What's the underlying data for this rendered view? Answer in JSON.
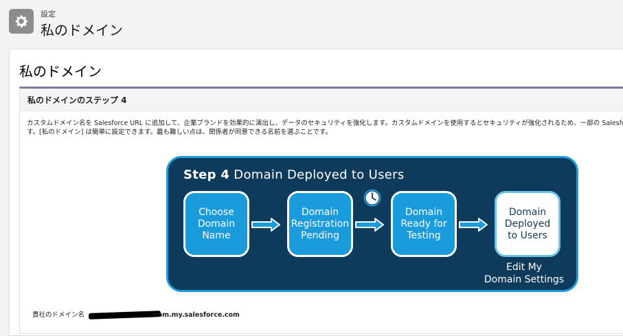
{
  "header": {
    "eyebrow": "設定",
    "title": "私のドメイン",
    "icon": "gear-icon"
  },
  "card": {
    "title": "私のドメイン"
  },
  "step_section": {
    "header": "私のドメインのステップ 4",
    "description_line1": "カスタムドメイン名を Salesforce URL に追加して、企業ブランドを効果的に演出し、データのセキュリティを強化します。カスタムドメインを使用するとセキュリティが強化されるため、一部の Salesforce で",
    "description_line2": "す。[私のドメイン] は簡単に設定できます。最も難しい点は、関係者が同意できる名前を選ぶことです。"
  },
  "diagram": {
    "title_bold": "Step 4",
    "title_rest": "Domain Deployed to Users",
    "steps": [
      "Choose\nDomain\nName",
      "Domain\nRegistration\nPending",
      "Domain\nReady for\nTesting",
      "Domain\nDeployed\nto Users"
    ],
    "link": "Edit My\nDomain Settings",
    "colors": {
      "background": "#0e3a5c",
      "accent": "#1a9bdc",
      "border": "#1e9ad6"
    }
  },
  "domain": {
    "label": "貴社のドメイン名",
    "suffix": "-com.my.salesforce.com"
  }
}
